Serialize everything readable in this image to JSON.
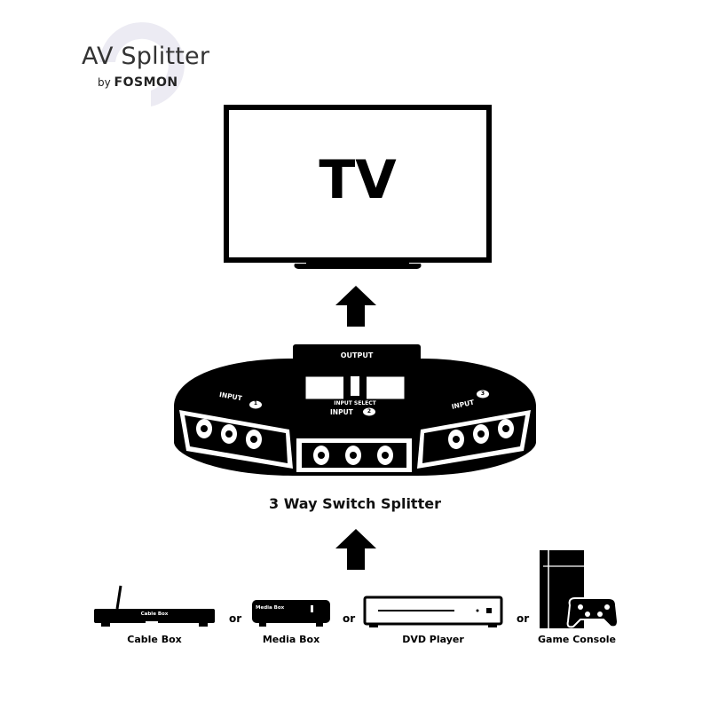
{
  "brand": {
    "title": "AV Splitter",
    "by": "by",
    "maker": "FOSMON",
    "accent_color": "#ecebf3"
  },
  "tv": {
    "label": "TV"
  },
  "splitter": {
    "output_label": "OUTPUT",
    "input_select_label": "INPUT SELECT",
    "inputs": [
      {
        "label": "INPUT",
        "number": "1"
      },
      {
        "label": "INPUT",
        "number": "2"
      },
      {
        "label": "INPUT",
        "number": "3"
      }
    ],
    "caption": "3 Way Switch Splitter"
  },
  "devices": [
    {
      "caption": "Cable Box",
      "screen_text": "Cable Box",
      "icon": "cable-box-icon"
    },
    {
      "caption": "Media Box",
      "screen_text": "Media Box",
      "icon": "media-box-icon"
    },
    {
      "caption": "DVD Player",
      "icon": "dvd-player-icon"
    },
    {
      "caption": "Game Console",
      "icon": "game-console-icon"
    }
  ],
  "separator": "or"
}
